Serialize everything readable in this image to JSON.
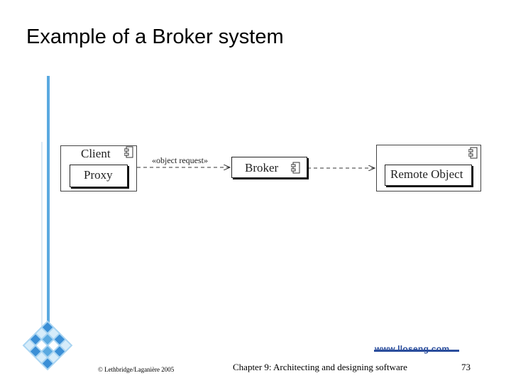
{
  "slide": {
    "title": "Example of a Broker system"
  },
  "diagram": {
    "client": {
      "label": "Client",
      "inner_label": "Proxy",
      "icon": "component-icon"
    },
    "broker": {
      "label": "Broker",
      "icon": "component-icon"
    },
    "remote": {
      "label": "Remote Object",
      "icon": "component-icon"
    },
    "request_label": "«object request»"
  },
  "footer": {
    "website": "www.lloseng.com",
    "copyright": "© Lethbridge/Laganière 2005",
    "chapter": "Chapter 9: Architecting and designing software",
    "page": "73"
  },
  "colors": {
    "accent_blue": "#2a4d9c",
    "bar_blue": "#5aa9e0",
    "logo_light": "#a8d4f2",
    "logo_dark": "#3b8fd6"
  }
}
